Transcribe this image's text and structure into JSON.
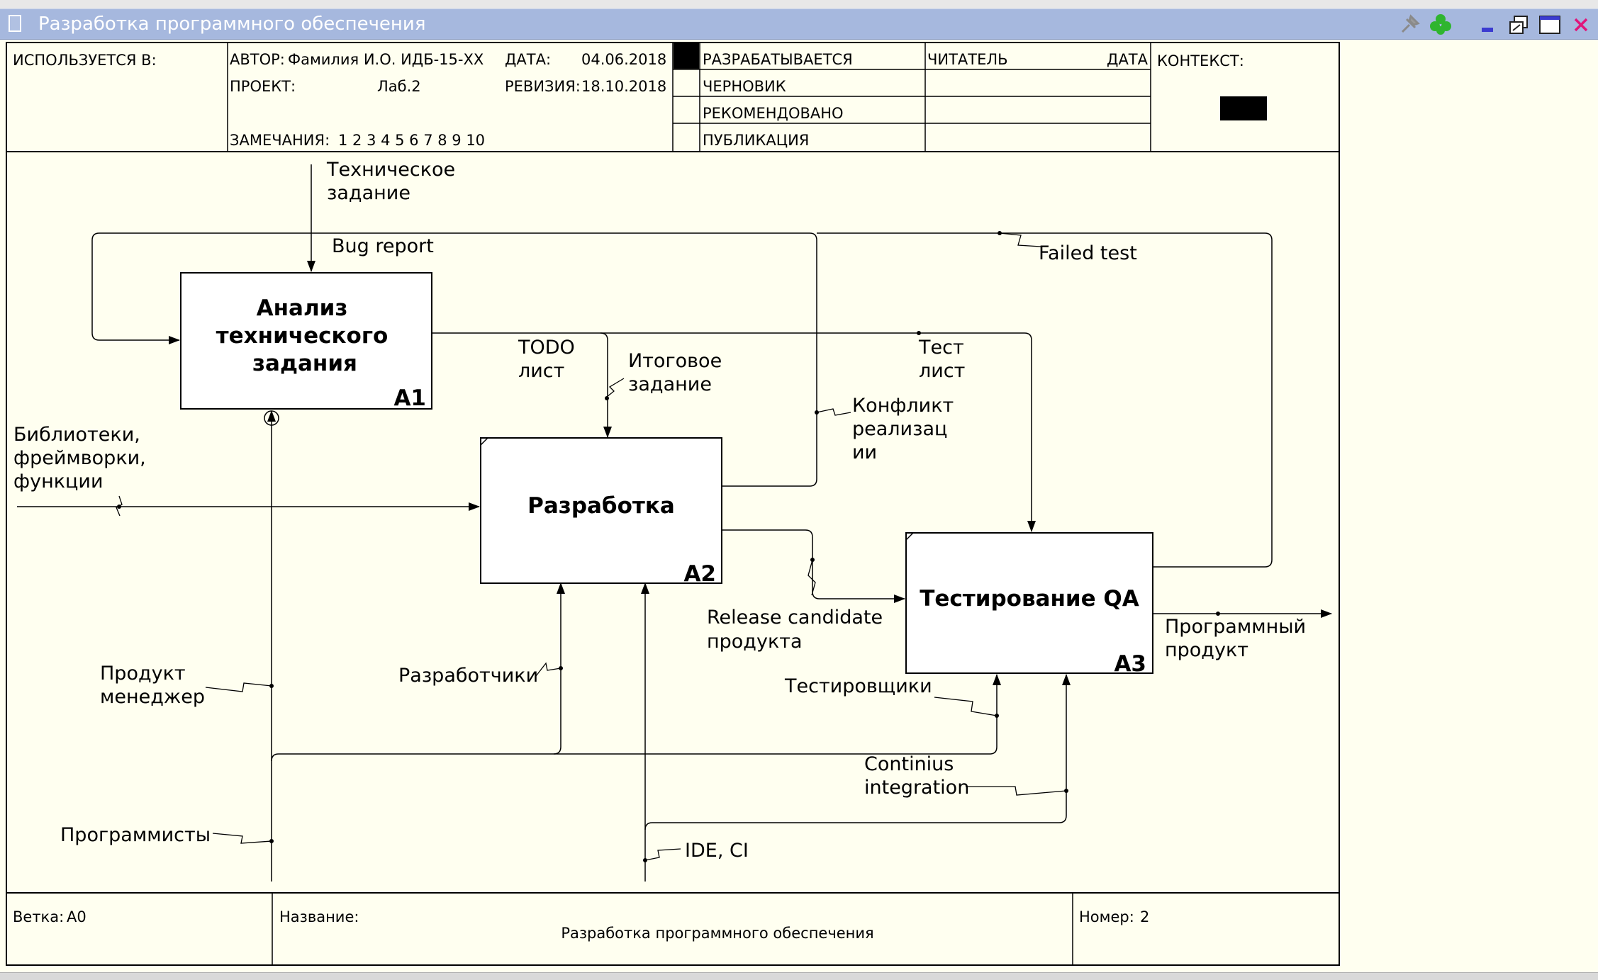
{
  "window": {
    "title": "Разработка программного обеспечения"
  },
  "icons": {
    "pin": "pin-icon",
    "add": "add-node-icon",
    "minimize": "minimize-icon",
    "restore": "restore-icon",
    "maximize": "maximize-icon",
    "close": "close-icon"
  },
  "header": {
    "used_in_label": "ИСПОЛЬЗУЕТСЯ В:",
    "author_label": "АВТОР:",
    "author_value": "Фамилия И.О. ИДБ-15-XX",
    "date_label": "ДАТА:",
    "date_value": "04.06.2018",
    "project_label": "ПРОЕКТ:",
    "project_value": "Лаб.2",
    "revision_label": "РЕВИЗИЯ:",
    "revision_value": "18.10.2018",
    "notes_label": "ЗАМЕЧАНИЯ:",
    "notes_value": "1 2 3 4 5 6 7 8 9 10",
    "status_items": [
      "РАЗРАБАТЫВАЕТСЯ",
      "ЧЕРНОВИК",
      "РЕКОМЕНДОВАНО",
      "ПУБЛИКАЦИЯ"
    ],
    "reader_label": "ЧИТАТЕЛЬ",
    "reader_date_label": "ДАТА",
    "context_label": "КОНТЕКСТ:"
  },
  "diagram": {
    "boxes": [
      {
        "title_lines": [
          "Анализ",
          "технического",
          "задания"
        ],
        "number": "A1"
      },
      {
        "title_lines": [
          "Разработка"
        ],
        "number": "A2"
      },
      {
        "title_lines": [
          "Тестирование QA"
        ],
        "number": "A3"
      }
    ],
    "labels": {
      "tz": [
        "Техническое",
        "задание"
      ],
      "bug_report": [
        "Bug report"
      ],
      "failed_test": [
        "Failed test"
      ],
      "todo": [
        "TODO",
        "лист"
      ],
      "final_task": [
        "Итоговое",
        "задание"
      ],
      "test_list": [
        "Тест",
        "лист"
      ],
      "conflict": [
        "Конфликт",
        "реализац",
        "ии"
      ],
      "libs": [
        "Библиотеки,",
        "фреймворки,",
        "функции"
      ],
      "release": [
        "Release candidate",
        "продукта"
      ],
      "product": [
        "Программный",
        "продукт"
      ],
      "pm": [
        "Продукт",
        "менеджер"
      ],
      "devs": [
        "Разработчики"
      ],
      "testers": [
        "Тестировщики"
      ],
      "ci": [
        "Continius",
        "integration"
      ],
      "programmers": [
        "Программисты"
      ],
      "ide": [
        "IDE, CI"
      ]
    }
  },
  "footer": {
    "branch_label": "Ветка:",
    "branch_value": "A0",
    "name_label": "Название:",
    "name_value": "Разработка программного обеспечения",
    "number_label": "Номер:",
    "number_value": "2"
  }
}
